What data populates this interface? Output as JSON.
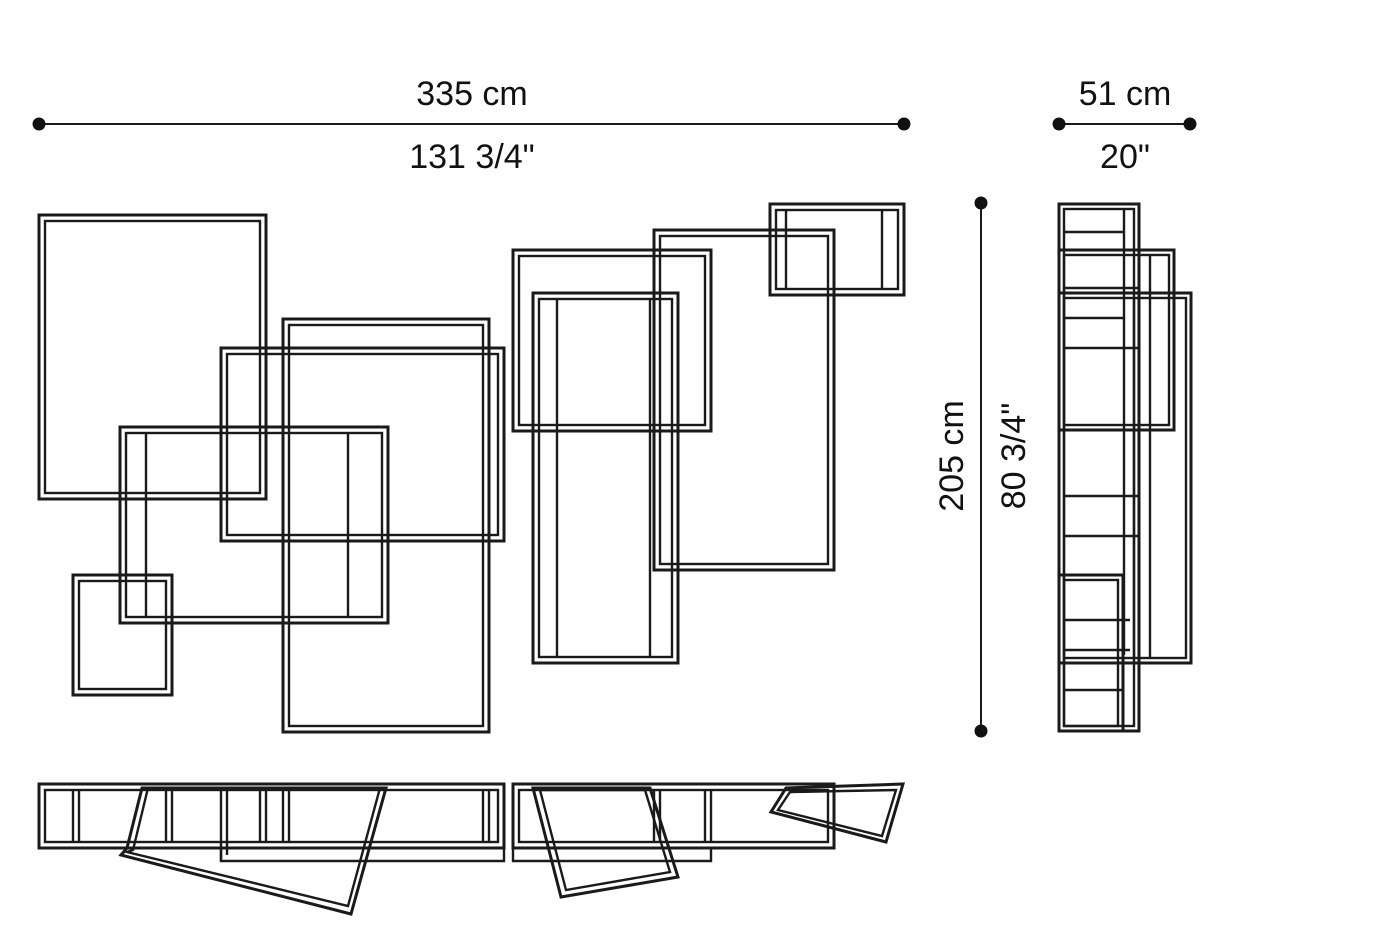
{
  "dimensions": {
    "width_metric": "335 cm",
    "width_imperial": "131 3/4\"",
    "depth_metric": "51 cm",
    "depth_imperial": "20\"",
    "height_metric": "205 cm",
    "height_imperial": "80 3/4\""
  }
}
